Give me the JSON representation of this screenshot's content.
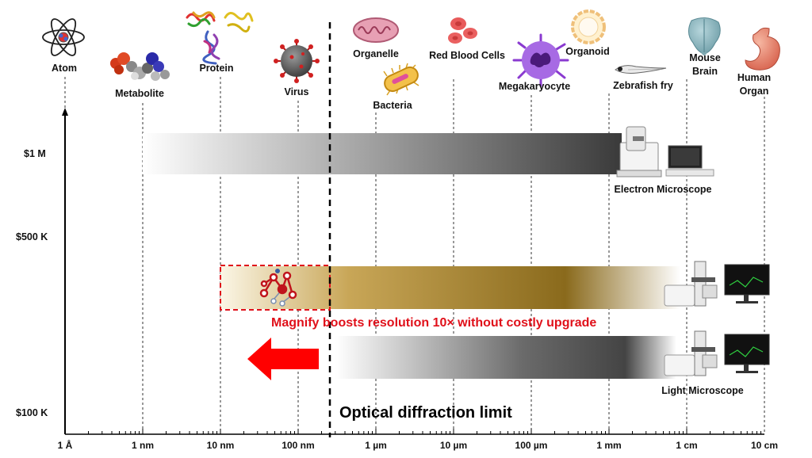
{
  "objects": [
    {
      "key": "atom",
      "label": "Atom"
    },
    {
      "key": "metabolite",
      "label": "Metabolite"
    },
    {
      "key": "protein",
      "label": "Protein"
    },
    {
      "key": "virus",
      "label": "Virus"
    },
    {
      "key": "organelle",
      "label": "Organelle"
    },
    {
      "key": "bacteria",
      "label": "Bacteria"
    },
    {
      "key": "rbc",
      "label": "Red Blood Cells"
    },
    {
      "key": "megakaryocyte",
      "label": "Megakaryocyte"
    },
    {
      "key": "organoid",
      "label": "Organoid"
    },
    {
      "key": "zebrafish",
      "label": "Zebrafish fry"
    },
    {
      "key": "mouse_brain",
      "label": "Mouse\nBrain"
    },
    {
      "key": "human_organ",
      "label": "Human\nOrgan"
    }
  ],
  "y_axis": {
    "labels": [
      "$1 M",
      "$500 K",
      "$100 K"
    ]
  },
  "x_axis": {
    "labels": [
      "1 Å",
      "1 nm",
      "10 nm",
      "100 nm",
      "1 µm",
      "10 µm",
      "100 µm",
      "1 mm",
      "1 cm",
      "10 cm"
    ]
  },
  "instruments": {
    "electron": "Electron Microscope",
    "light": "Light Microscope"
  },
  "annotations": {
    "magnify": "Magnify boosts resolution 10× without costly upgrade",
    "diffraction": "Optical diffraction limit"
  },
  "colors": {
    "gold": "#a8862a",
    "gray": "#4a4a4a",
    "red": "#e0101a",
    "arrow": "#ff0000"
  }
}
